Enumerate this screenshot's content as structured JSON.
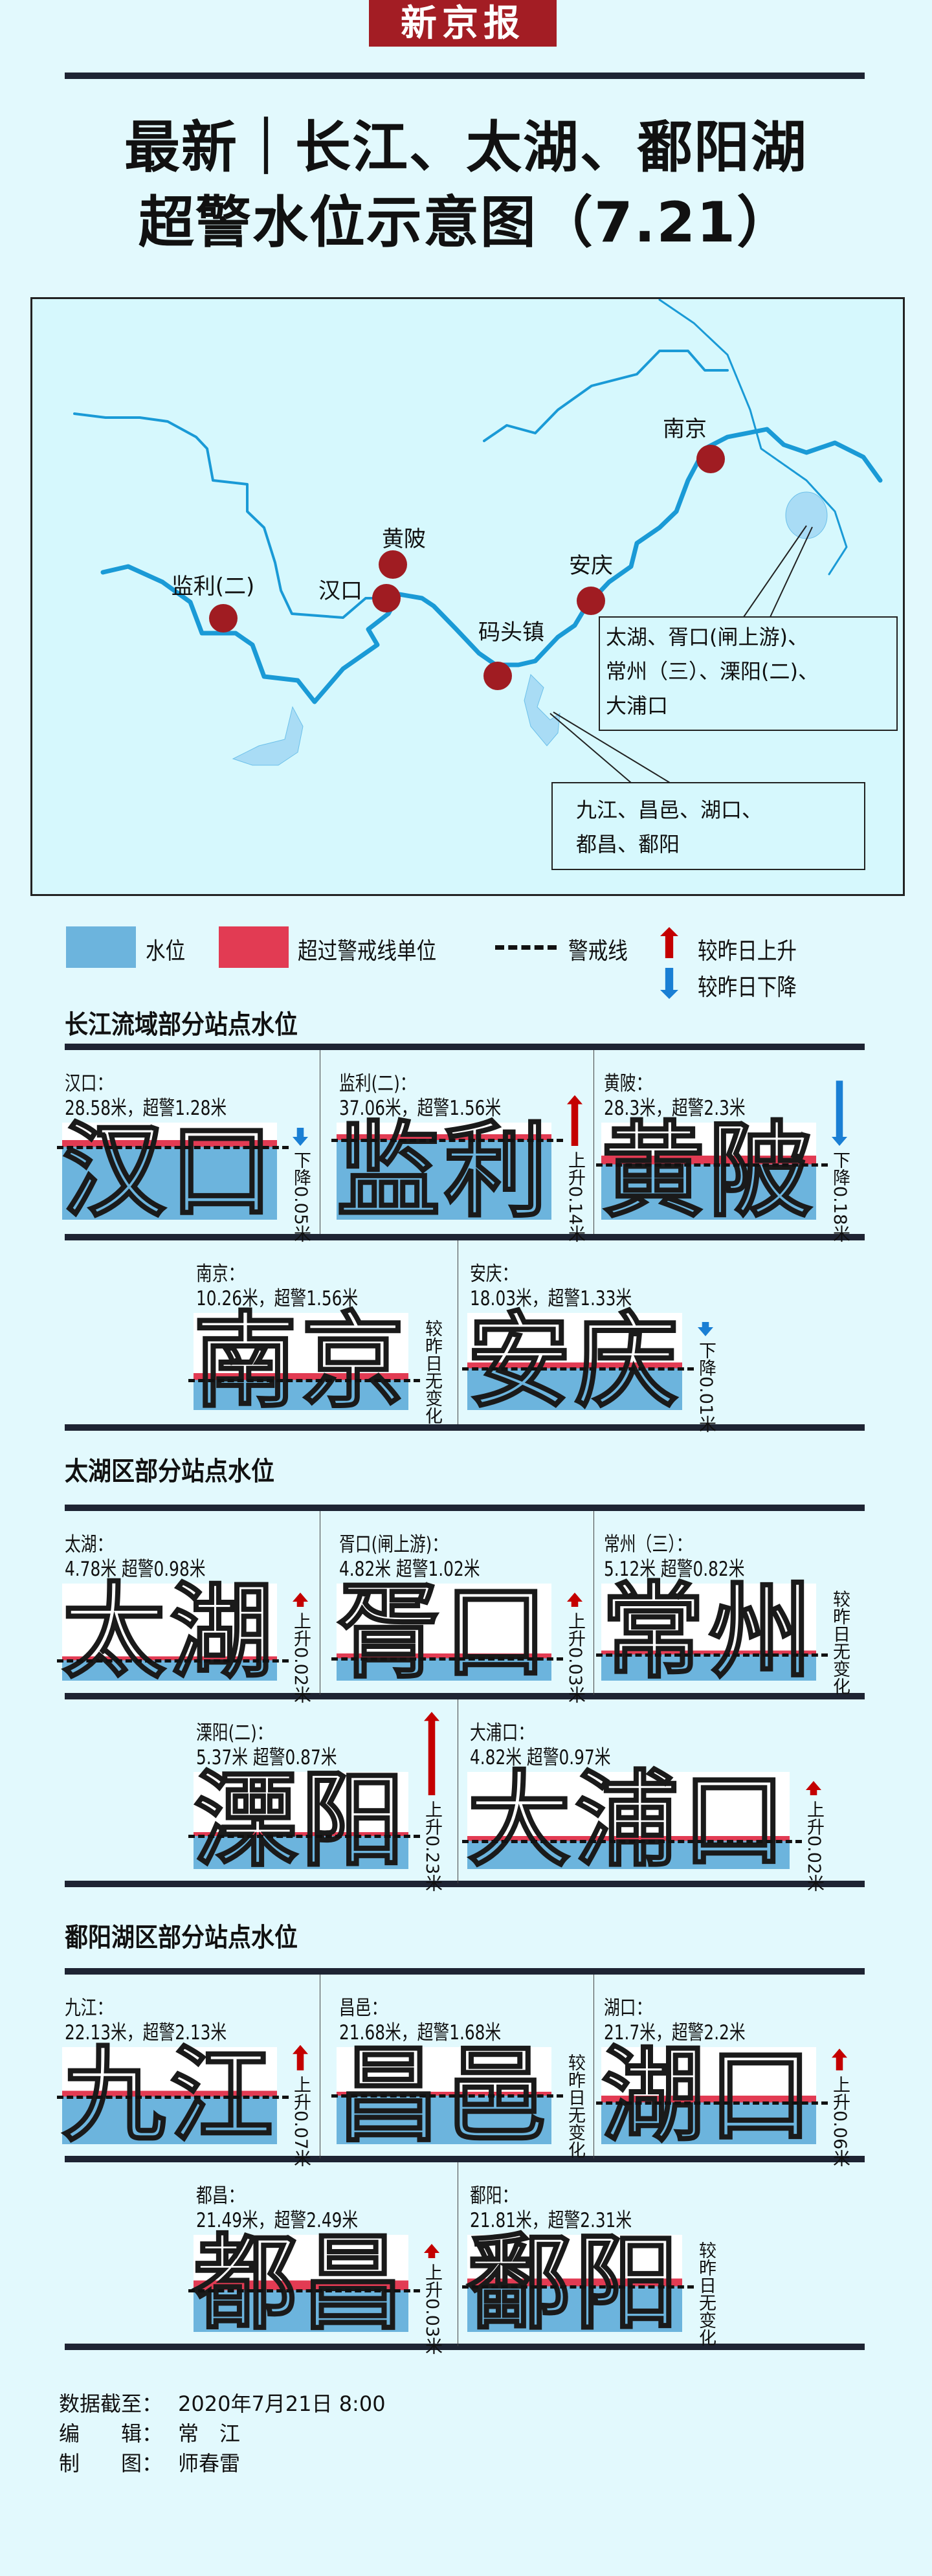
{
  "logo": "新京报",
  "title": {
    "line1": "最新｜长江、太湖、鄱阳湖",
    "line2": "超警水位示意图（7.21）"
  },
  "colors": {
    "background": "#e2f9fd",
    "water": "#6cb4dd",
    "over_alert": "#e23b53",
    "rise": "#c40000",
    "fall": "#1a7fd4",
    "station_dot": "#a01c22",
    "river": "#1a9ad6",
    "brand": "#a31d24"
  },
  "map": {
    "labels": {
      "nanjing": "南京",
      "huangpi": "黄陂",
      "hankou": "汉口",
      "jianli": "监利(二)",
      "matouzhen": "码头镇",
      "anqing": "安庆"
    },
    "taihu_box": [
      "太湖、胥口(闸上游)、",
      "常州（三）、溧阳(二)、",
      "大浦口"
    ],
    "poyang_box": [
      "九江、昌邑、湖口、",
      "都昌、鄱阳"
    ]
  },
  "legend": {
    "water": "水位",
    "over_alert": "超过警戒线单位",
    "alert_line": "警戒线",
    "rise": "较昨日上升",
    "fall": "较昨日下降"
  },
  "sections": [
    {
      "title": "长江流域部分站点水位",
      "rows": [
        [
          {
            "label": "汉口：",
            "value": "28.58米，超警1.28米",
            "chars": "汉口",
            "change": {
              "direction": "down",
              "text": "下降0.05米",
              "amount": 0.05
            },
            "water_level_pct": 82,
            "alert_level_pct": 75
          },
          {
            "label": "监利(二)：",
            "value": "37.06米，超警1.56米",
            "chars": "监利",
            "change": {
              "direction": "up",
              "text": "上升0.14米",
              "amount": 0.14
            },
            "water_level_pct": 88,
            "alert_level_pct": 82
          },
          {
            "label": "黄陂：",
            "value": "28.3米，超警2.3米",
            "chars": "黄陂",
            "change": {
              "direction": "down",
              "text": "下降0.18米",
              "amount": 0.18
            },
            "water_level_pct": 66,
            "alert_level_pct": 57
          }
        ],
        [
          {
            "label": "南京：",
            "value": "10.26米，超警1.56米",
            "chars": "南京",
            "change": {
              "direction": "none",
              "text": "较昨日无变化",
              "amount": 0
            },
            "water_level_pct": 38,
            "alert_level_pct": 31
          },
          {
            "label": "安庆：",
            "value": "18.03米，超警1.33米",
            "chars": "安庆",
            "change": {
              "direction": "down",
              "text": "下降0.01米",
              "amount": 0.01
            },
            "water_level_pct": 49,
            "alert_level_pct": 43
          }
        ]
      ]
    },
    {
      "title": "太湖区部分站点水位",
      "rows": [
        [
          {
            "label": "太湖：",
            "value": "4.78米 超警0.98米",
            "chars": "太湖",
            "change": {
              "direction": "up",
              "text": "上升0.02米",
              "amount": 0.02
            },
            "water_level_pct": 25,
            "alert_level_pct": 21
          },
          {
            "label": "胥口(闸上游)：",
            "value": "4.82米 超警1.02米",
            "chars": "胥口",
            "change": {
              "direction": "up",
              "text": "上升0.03米",
              "amount": 0.03
            },
            "water_level_pct": 28,
            "alert_level_pct": 23
          },
          {
            "label": "常州（三）：",
            "value": "5.12米 超警0.82米",
            "chars": "常州",
            "change": {
              "direction": "none",
              "text": "较昨日无变化",
              "amount": 0
            },
            "water_level_pct": 31,
            "alert_level_pct": 27
          }
        ],
        [
          {
            "label": "溧阳(二)：",
            "value": "5.37米 超警0.87米",
            "chars": "溧阳",
            "change": {
              "direction": "up",
              "text": "上升0.23米",
              "amount": 0.23
            },
            "water_level_pct": 38,
            "alert_level_pct": 34
          },
          {
            "label": "大浦口：",
            "value": "4.82米 超警0.97米",
            "chars": "大浦口",
            "change": {
              "direction": "up",
              "text": "上升0.02米",
              "amount": 0.02
            },
            "water_level_pct": 34,
            "alert_level_pct": 29
          }
        ]
      ]
    },
    {
      "title": "鄱阳湖区部分站点水位",
      "rows": [
        [
          {
            "label": "九江：",
            "value": "22.13米，超警2.13米",
            "chars": "九江",
            "change": {
              "direction": "up",
              "text": "上升0.07米",
              "amount": 0.07
            },
            "water_level_pct": 55,
            "alert_level_pct": 49
          },
          {
            "label": "昌邑：",
            "value": "21.68米，超警1.68米",
            "chars": "昌邑",
            "change": {
              "direction": "none",
              "text": "较昨日无变化",
              "amount": 0
            },
            "water_level_pct": 54,
            "alert_level_pct": 50
          },
          {
            "label": "湖口：",
            "value": "21.7米，超警2.2米",
            "chars": "湖口",
            "change": {
              "direction": "up",
              "text": "上升0.06米",
              "amount": 0.06
            },
            "water_level_pct": 50,
            "alert_level_pct": 43
          }
        ],
        [
          {
            "label": "都昌：",
            "value": "21.49米，超警2.49米",
            "chars": "都昌",
            "change": {
              "direction": "up",
              "text": "上升0.03米",
              "amount": 0.03
            },
            "water_level_pct": 53,
            "alert_level_pct": 43
          },
          {
            "label": "鄱阳：",
            "value": "21.81米，超警2.31米",
            "chars": "鄱阳",
            "change": {
              "direction": "none",
              "text": "较昨日无变化",
              "amount": 0
            },
            "water_level_pct": 55,
            "alert_level_pct": 47
          }
        ]
      ]
    }
  ],
  "footer": [
    {
      "key": "数据截至：",
      "value": "2020年7月21日 8:00"
    },
    {
      "key": "编　　辑：",
      "value": "常　江"
    },
    {
      "key": "制　　图：",
      "value": "师春雷"
    }
  ]
}
